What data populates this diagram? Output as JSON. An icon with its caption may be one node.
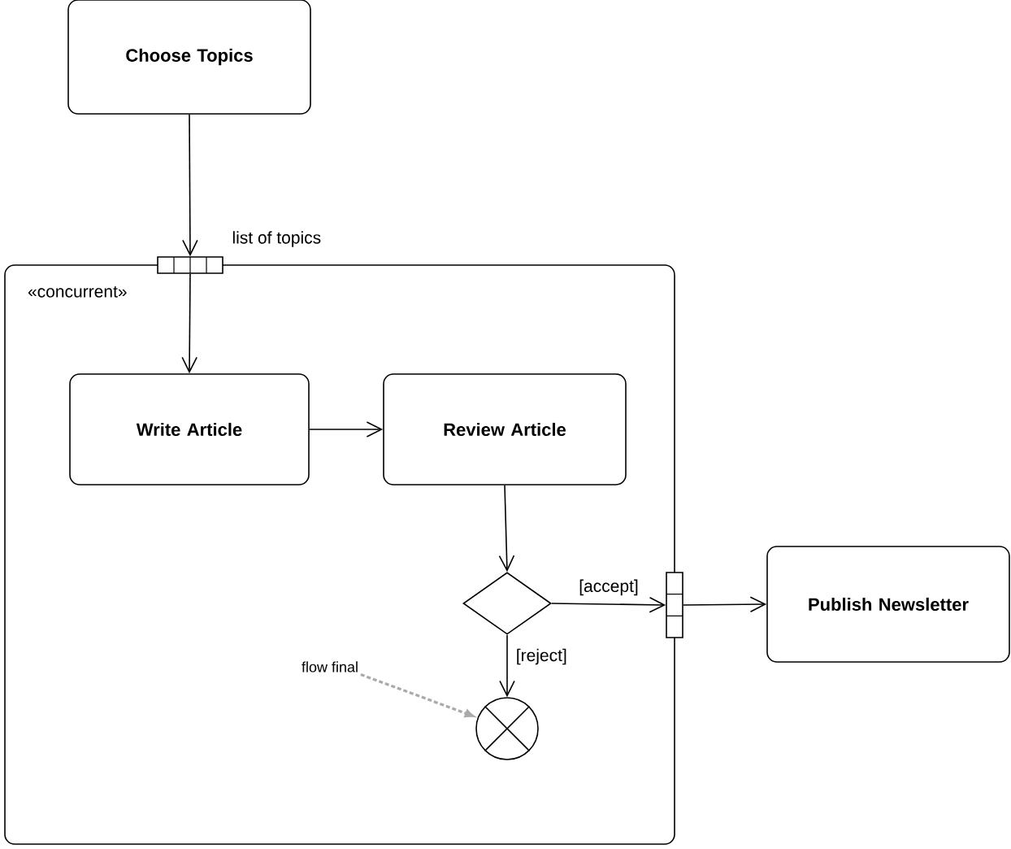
{
  "diagram": {
    "nodes": [
      {
        "text": [
          "Choose Topics"
        ]
      },
      {
        "text": [
          "«concurrent»"
        ]
      },
      {
        "text": [],
        "shape": "box",
        "beside": [
          "list of topics"
        ]
      },
      {
        "text": [
          "Write Article"
        ],
        "in": 1
      },
      {
        "text": [
          "Review Article"
        ],
        "in": 1
      },
      {
        "text": [],
        "shape": "diamond",
        "in": 1
      },
      {
        "text": [],
        "shape": "circle",
        "in": 1
      },
      {
        "text": [],
        "shape": "box"
      },
      {
        "text": [
          "Publish Newsletter"
        ]
      },
      {
        "text": [
          "flow final"
        ],
        "in": 1
      }
    ],
    "edges": [
      {
        "from": 0,
        "to": 2,
        "arrow": "to"
      },
      {
        "from": 2,
        "to": 3,
        "arrow": "to"
      },
      {
        "from": 3,
        "to": 4,
        "arrow": "to"
      },
      {
        "from": 4,
        "to": 5,
        "arrow": "to"
      },
      {
        "from": 5,
        "to": 7,
        "arrow": "to",
        "label": "[accept]"
      },
      {
        "from": 7,
        "to": 8,
        "arrow": "to"
      },
      {
        "from": 5,
        "to": 6,
        "arrow": "to",
        "label": "[reject]"
      },
      {
        "from": 9,
        "to": 6,
        "arrow": "to",
        "style": "dashed",
        "color": "#aaaaaa"
      }
    ]
  }
}
